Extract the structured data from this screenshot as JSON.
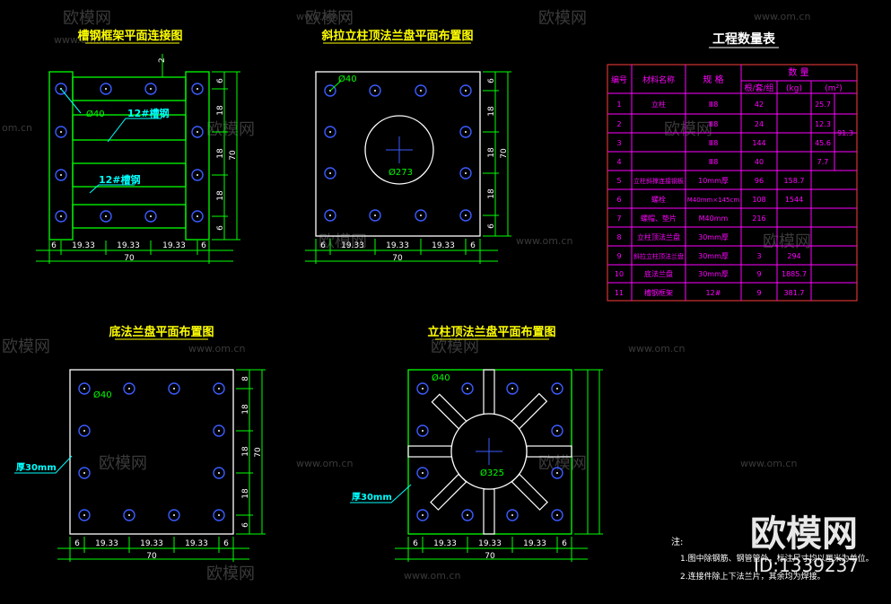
{
  "watermark": {
    "brand": "欧模网",
    "site": "www.om.cn",
    "site_left": "om.cn",
    "big_brand": "欧模网",
    "id_text": "ID:1339237"
  },
  "drawing1": {
    "title": "槽钢框架平面连接图",
    "dim_top": "2",
    "label_hole": "Ø40",
    "label_channel1": "12#槽钢",
    "label_channel2": "12#槽钢",
    "dims_bottom": [
      "6",
      "19.33",
      "19.33",
      "19.33",
      "6"
    ],
    "dim_total": "70",
    "dims_right": [
      "6",
      "18",
      "18",
      "18",
      "6"
    ],
    "dim_right_total": "70"
  },
  "drawing2": {
    "title": "斜拉立柱顶法兰盘平面布置图",
    "label_hole": "Ø40",
    "label_center": "Ø273",
    "dims_bottom": [
      "6",
      "19.33",
      "19.33",
      "19.33",
      "6"
    ],
    "dim_total": "70",
    "dims_right": [
      "6",
      "18",
      "18",
      "18",
      "6"
    ],
    "dim_right_total": "70"
  },
  "drawing3": {
    "title": "底法兰盘平面布置图",
    "label_hole": "Ø40",
    "label_thickness": "厚30mm",
    "dims_bottom": [
      "6",
      "19.33",
      "19.33",
      "19.33",
      "6"
    ],
    "dim_total": "70",
    "dims_right": [
      "8",
      "18",
      "18",
      "18",
      "6"
    ],
    "dim_right_total": "70"
  },
  "drawing4": {
    "title": "立柱顶法兰盘平面布置图",
    "label_hole": "Ø40",
    "label_center": "Ø325",
    "label_thickness": "厚30mm",
    "dims_bottom": [
      "6",
      "19.33",
      "19.33",
      "19.33",
      "6"
    ],
    "dim_total": "70"
  },
  "table": {
    "title": "工程数量表",
    "headers": {
      "no": "编号",
      "material": "材料名称",
      "spec": "规 格",
      "qty": "数 量",
      "qty_count": "根/套/组",
      "qty_weight": "(kg)",
      "qty_area": "(m²)"
    },
    "rows": [
      {
        "no": "1",
        "name": "立柱",
        "spec": "Ⅲ8",
        "count": "42",
        "kg": "",
        "m2": "25.7"
      },
      {
        "no": "2",
        "name": "",
        "spec": "Ⅲ8",
        "count": "24",
        "kg": "",
        "m2": "12.3"
      },
      {
        "no": "3",
        "name": "",
        "spec": "Ⅲ8",
        "count": "144",
        "kg": "",
        "m2": "45.6"
      },
      {
        "no": "4",
        "name": "",
        "spec": "Ⅲ8",
        "count": "40",
        "kg": "",
        "m2": "7.7"
      },
      {
        "no": "5",
        "name": "立柱斜撑连接钢板",
        "spec": "10mm厚",
        "count": "96",
        "kg": "158.7",
        "m2": ""
      },
      {
        "no": "6",
        "name": "螺栓",
        "spec": "M40mm×145cm",
        "count": "108",
        "kg": "1544",
        "m2": ""
      },
      {
        "no": "7",
        "name": "螺帽、垫片",
        "spec": "M40mm",
        "count": "216",
        "kg": "",
        "m2": ""
      },
      {
        "no": "8",
        "name": "立柱顶法兰盘",
        "spec": "30mm厚",
        "count": "",
        "kg": "",
        "m2": ""
      },
      {
        "no": "9",
        "name": "斜拉立柱顶法兰盘",
        "spec": "30mm厚",
        "count": "3",
        "kg": "294",
        "m2": ""
      },
      {
        "no": "10",
        "name": "底法兰盘",
        "spec": "30mm厚",
        "count": "9",
        "kg": "1885.7",
        "m2": ""
      },
      {
        "no": "11",
        "name": "槽钢框架",
        "spec": "12#",
        "count": "9",
        "kg": "381.7",
        "m2": ""
      }
    ],
    "side_total": "91.3"
  },
  "notes": {
    "heading": "注:",
    "line1": "1.图中除钢筋、钢管管外，标注尺寸均以厘米为单位。",
    "line2": "2.连接件除上下法兰片，其余均为焊接。"
  },
  "colors": {
    "background": "#000000",
    "outline": "#ffffff",
    "green": "#00ff00",
    "blue_hole": "#3b5bff",
    "magenta": "#ff00ff",
    "red": "#ff3b3b",
    "cyan": "#00ffff",
    "yellow": "#ffff00"
  }
}
